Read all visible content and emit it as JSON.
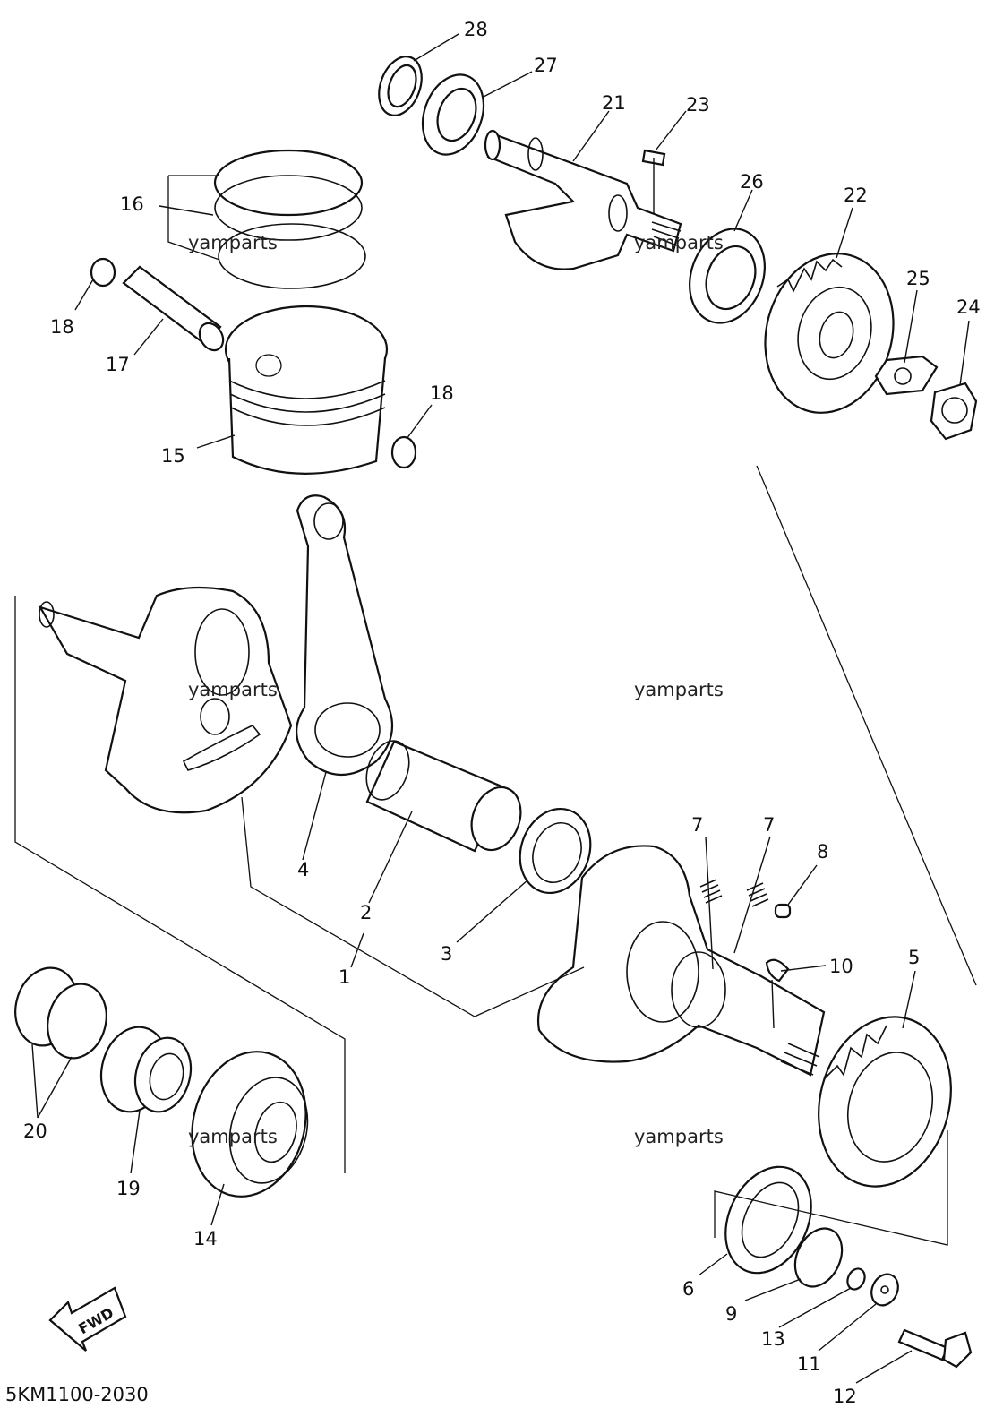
{
  "diagram": {
    "code": "5KM1100-2030",
    "fwd_label": "FWD",
    "watermarks": [
      "yamparts",
      "yamparts",
      "yamparts",
      "yamparts",
      "yamparts",
      "yamparts"
    ],
    "callouts": [
      "28",
      "27",
      "21",
      "23",
      "26",
      "22",
      "25",
      "24",
      "16",
      "18",
      "17",
      "18",
      "15",
      "4",
      "2",
      "3",
      "1",
      "7",
      "7",
      "8",
      "10",
      "5",
      "20",
      "19",
      "14",
      "6",
      "9",
      "13",
      "11",
      "12"
    ]
  }
}
